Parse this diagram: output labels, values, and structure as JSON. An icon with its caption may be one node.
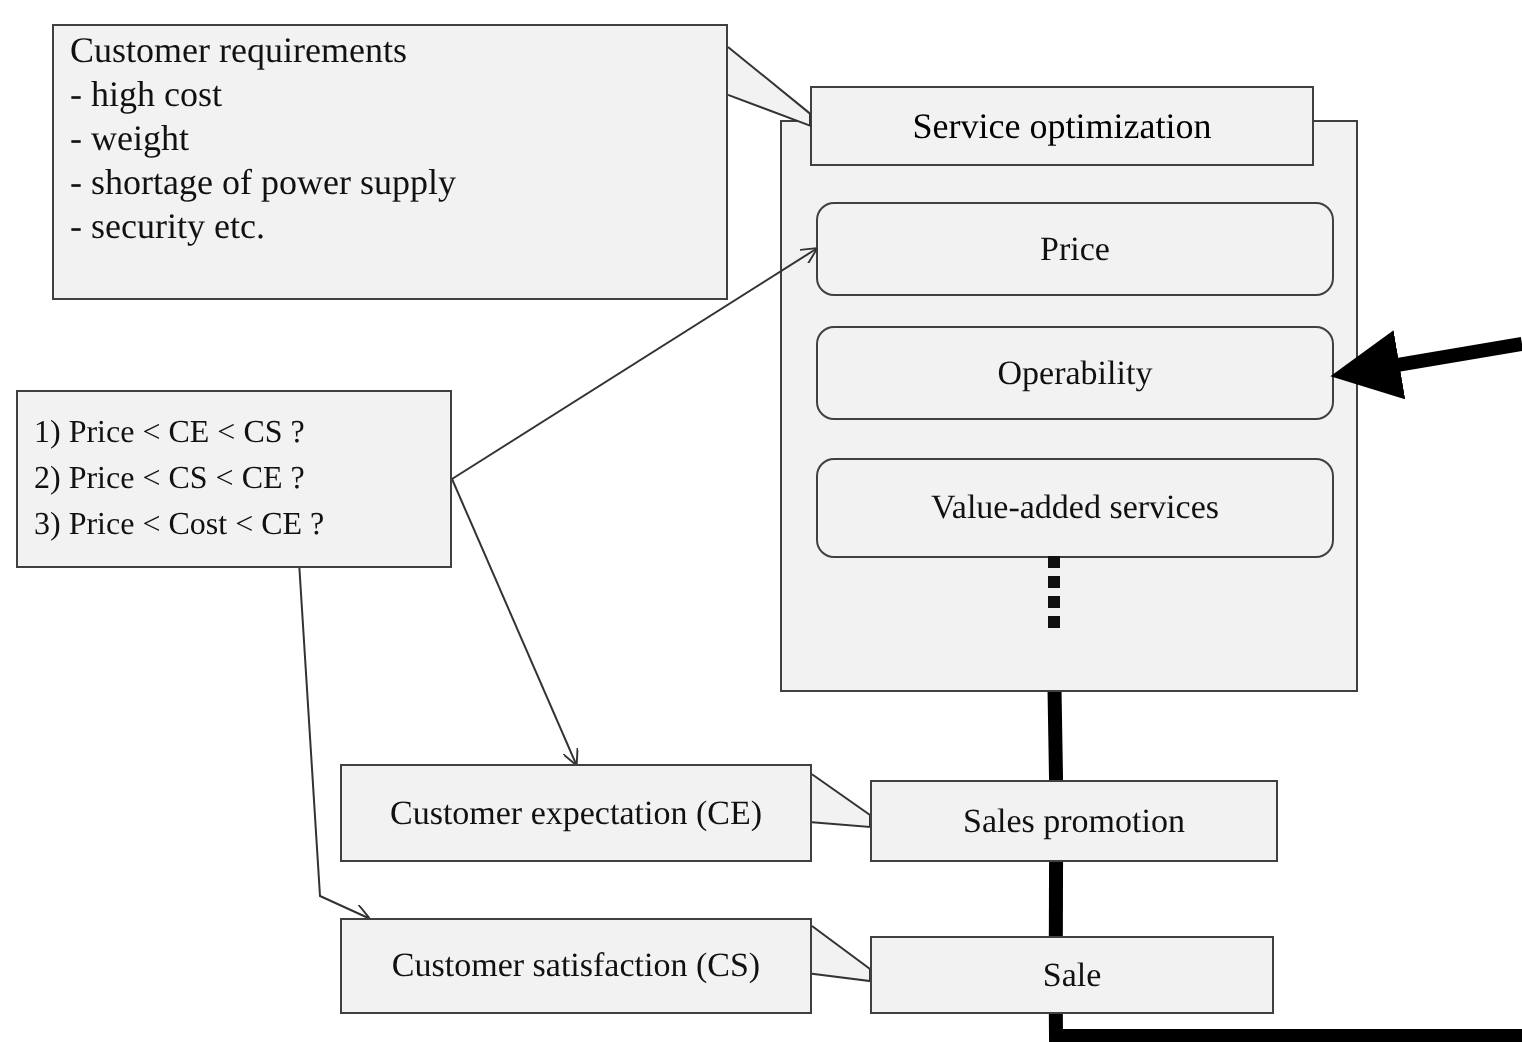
{
  "diagram": {
    "nodes": [
      {
        "text": [
          "Customer requirements",
          "- high cost",
          "- weight",
          "- shortage of power supply",
          "- security etc."
        ]
      },
      {
        "text": [
          "Service optimization"
        ]
      },
      {
        "text": [
          "Price"
        ],
        "in": 1
      },
      {
        "text": [
          "Operability"
        ],
        "in": 1
      },
      {
        "text": [
          "Value-added services"
        ],
        "in": 1
      },
      {
        "text": [
          "1) Price < CE < CS ?",
          "2) Price < CS < CE ?",
          "3) Price < Cost < CE ?"
        ]
      },
      {
        "text": [
          "Customer expectation (CE)"
        ]
      },
      {
        "text": [
          "Sales promotion"
        ]
      },
      {
        "text": [
          "Customer satisfaction (CS)"
        ]
      },
      {
        "text": [
          "Sale"
        ]
      }
    ],
    "edges": [
      {
        "from": 0,
        "to": 1,
        "arrow": "none"
      },
      {
        "from": 5,
        "to": 2,
        "arrow": "to"
      },
      {
        "from": 5,
        "to": 6,
        "arrow": "to"
      },
      {
        "from": 5,
        "to": 8,
        "arrow": "to"
      },
      {
        "from": 6,
        "to": 7,
        "arrow": "none"
      },
      {
        "from": 8,
        "to": 9,
        "arrow": "none"
      },
      {
        "from": 1,
        "to": 7,
        "arrow": "none",
        "style": "thick"
      },
      {
        "from": 7,
        "to": 9,
        "arrow": "none",
        "style": "thick"
      },
      {
        "from": 9,
        "to": null,
        "arrow": "none",
        "style": "thick"
      },
      {
        "from": null,
        "to": 1,
        "arrow": "to",
        "style": "thick"
      }
    ]
  }
}
